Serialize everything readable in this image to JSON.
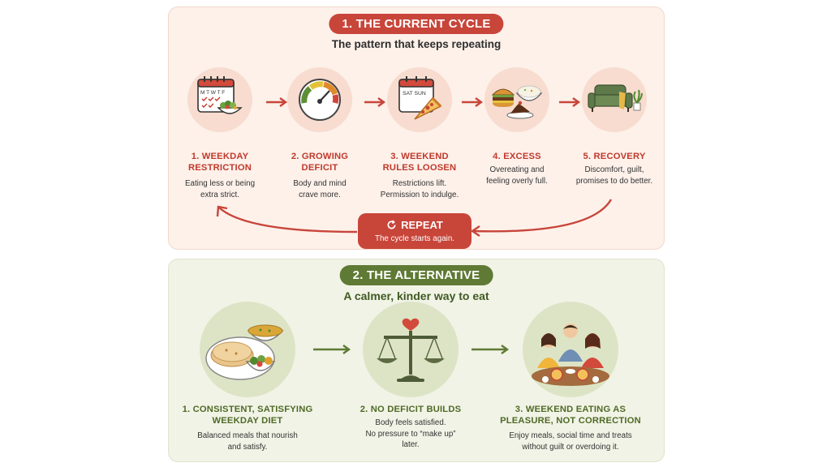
{
  "current_cycle": {
    "badge": "1. THE CURRENT CYCLE",
    "subtitle": "The pattern that keeps repeating",
    "steps": [
      {
        "title_1": "1. WEEKDAY",
        "title_2": "RESTRICTION",
        "desc_1": "Eating less or being",
        "desc_2": "extra strict.",
        "icon": "calendar-salad-icon",
        "calendar_days": "M T W T F"
      },
      {
        "title_1": "2. GROWING",
        "title_2": "DEFICIT",
        "desc_1": "Body and mind",
        "desc_2": "crave more.",
        "icon": "gauge-icon"
      },
      {
        "title_1": "3. WEEKEND",
        "title_2": "RULES LOOSEN",
        "desc_1": "Restrictions lift.",
        "desc_2": "Permission to indulge.",
        "icon": "calendar-pizza-icon",
        "calendar_days": "SAT  SUN"
      },
      {
        "title_1": "4. EXCESS",
        "title_2": "",
        "desc_1": "Overeating and",
        "desc_2": "feeling overly full.",
        "icon": "burger-rice-cake-icon"
      },
      {
        "title_1": "5. RECOVERY",
        "title_2": "",
        "desc_1": "Discomfort, guilt,",
        "desc_2": "promises to do better.",
        "icon": "sofa-icon"
      }
    ],
    "repeat": {
      "title": "REPEAT",
      "subtitle": "The cycle starts again.",
      "icon": "refresh-icon"
    }
  },
  "alternative": {
    "badge": "2. THE ALTERNATIVE",
    "subtitle": "A calmer, kinder way to eat",
    "steps": [
      {
        "title_1": "1. CONSISTENT, SATISFYING",
        "title_2": "WEEKDAY DIET",
        "desc_1": "Balanced meals that nourish",
        "desc_2": "and satisfy.",
        "desc_3": "",
        "icon": "balanced-meal-icon"
      },
      {
        "title_1": "2. NO DEFICIT BUILDS",
        "title_2": "",
        "desc_1": "Body feels satisfied.",
        "desc_2": "No pressure to “make up”",
        "desc_3": "later.",
        "icon": "balance-scale-heart-icon"
      },
      {
        "title_1": "3. WEEKEND EATING AS",
        "title_2": "PLEASURE, NOT CORRECTION",
        "desc_1": "Enjoy meals, social time and treats",
        "desc_2": "without guilt or overdoing it.",
        "desc_3": "",
        "icon": "friends-dining-icon"
      }
    ]
  },
  "colors": {
    "red_accent": "#c8453a",
    "green_accent": "#5f7a34",
    "top_panel_bg": "#fdf1ea",
    "bottom_panel_bg": "#f1f3e6"
  }
}
